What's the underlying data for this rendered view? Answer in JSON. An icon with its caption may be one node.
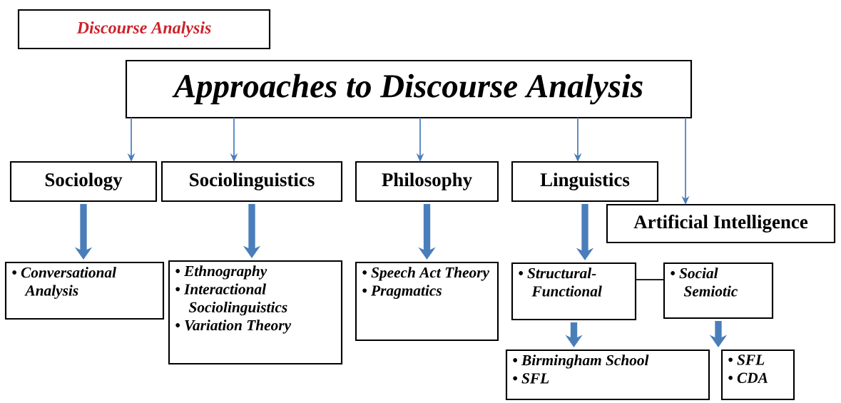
{
  "diagram": {
    "nodes": [
      {
        "text": [
          "Discourse Analysis"
        ]
      },
      {
        "text": [
          "Approaches to Discourse Analysis"
        ]
      },
      {
        "text": [
          "Sociology"
        ]
      },
      {
        "text": [
          "Sociolinguistics"
        ]
      },
      {
        "text": [
          "Philosophy"
        ]
      },
      {
        "text": [
          "Linguistics"
        ]
      },
      {
        "text": [
          "Artificial Intelligence"
        ]
      },
      {
        "text": [
          "• Conversational Analysis"
        ]
      },
      {
        "text": [
          "• Ethnography",
          "• Interactional Sociolinguistics",
          "• Variation Theory"
        ]
      },
      {
        "text": [
          "• Speech Act Theory",
          "• Pragmatics"
        ]
      },
      {
        "text": [
          "• Structural-Functional"
        ]
      },
      {
        "text": [
          "• Social Semiotic"
        ]
      },
      {
        "text": [
          "• Birmingham School",
          "• SFL"
        ]
      },
      {
        "text": [
          "• SFL",
          "• CDA"
        ]
      }
    ],
    "edges": [
      {
        "from": 1,
        "to": 2,
        "arrow": "to"
      },
      {
        "from": 1,
        "to": 3,
        "arrow": "to"
      },
      {
        "from": 1,
        "to": 4,
        "arrow": "to"
      },
      {
        "from": 1,
        "to": 5,
        "arrow": "to"
      },
      {
        "from": 1,
        "to": 6,
        "arrow": "to"
      },
      {
        "from": 2,
        "to": 7,
        "arrow": "to",
        "style": "thick"
      },
      {
        "from": 3,
        "to": 8,
        "arrow": "to",
        "style": "thick"
      },
      {
        "from": 4,
        "to": 9,
        "arrow": "to",
        "style": "thick"
      },
      {
        "from": 5,
        "to": 10,
        "arrow": "to",
        "style": "thick"
      },
      {
        "from": 10,
        "to": 11,
        "arrow": "none",
        "color": "#000000"
      },
      {
        "from": 10,
        "to": 12,
        "arrow": "to",
        "style": "thick"
      },
      {
        "from": 11,
        "to": 13,
        "arrow": "to",
        "style": "thick"
      }
    ]
  }
}
